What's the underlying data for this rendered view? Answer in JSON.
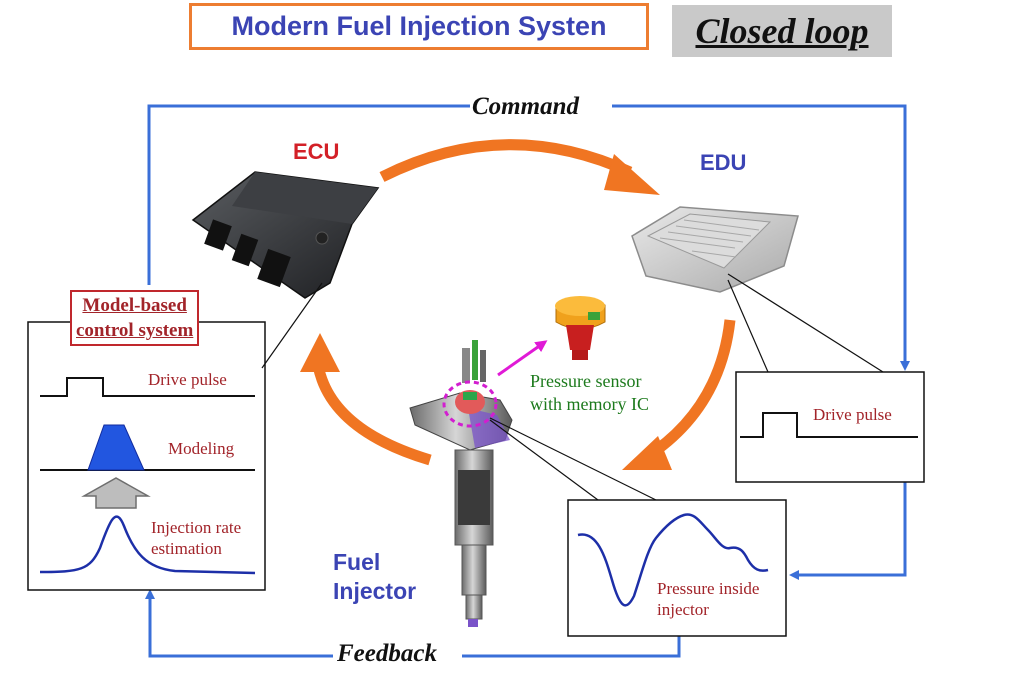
{
  "title": "Modern Fuel Injection Systen",
  "badge": "Closed loop",
  "flow": {
    "command": "Command",
    "feedback": "Feedback"
  },
  "components": {
    "ecu": "ECU",
    "edu": "EDU",
    "injector": "Fuel\nInjector",
    "sensor": "Pressure sensor\nwith memory IC"
  },
  "model_panel": {
    "title": "Model-based\ncontrol system",
    "drive_pulse": "Drive pulse",
    "modeling": "Modeling",
    "injection_rate": "Injection rate\nestimation"
  },
  "drive_panel": {
    "label": "Drive pulse"
  },
  "pressure_panel": {
    "label": "Pressure inside\ninjector"
  },
  "colors": {
    "flow_line": "#3a6fd8",
    "arrow": "#f07522",
    "ecu_label": "#d32027",
    "blue_label": "#3b44b4",
    "red_text": "#a2242a",
    "sensor_text": "#1d7a1d",
    "title_border": "#ed7d31",
    "badge_bg": "#c9c9c9",
    "waveform": "#1d2fa8",
    "modeling_shape": "#2256e0"
  },
  "icons": [
    "ecu-unit-icon",
    "edu-unit-icon",
    "fuel-injector-icon",
    "pressure-sensor-icon",
    "up-arrow-icon"
  ]
}
